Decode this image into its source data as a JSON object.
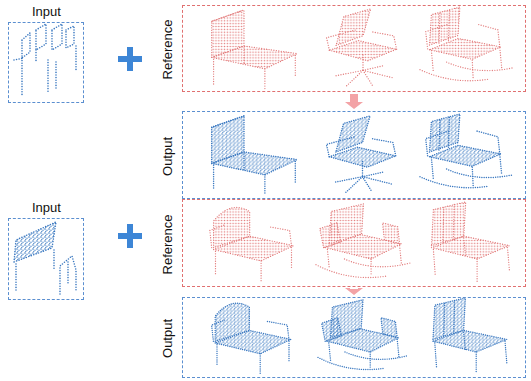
{
  "diagram": {
    "nodes": [
      {
        "text": [
          "Input"
        ]
      },
      {
        "text": [
          "Reference"
        ]
      },
      {
        "text": [
          "Output"
        ]
      },
      {
        "text": [
          "Input"
        ]
      },
      {
        "text": [
          "Reference"
        ]
      },
      {
        "text": [
          "Output"
        ]
      }
    ],
    "edges": [
      {
        "from": 1,
        "to": 2,
        "arrow": "to"
      },
      {
        "from": 4,
        "to": 5,
        "arrow": "to"
      }
    ]
  }
}
